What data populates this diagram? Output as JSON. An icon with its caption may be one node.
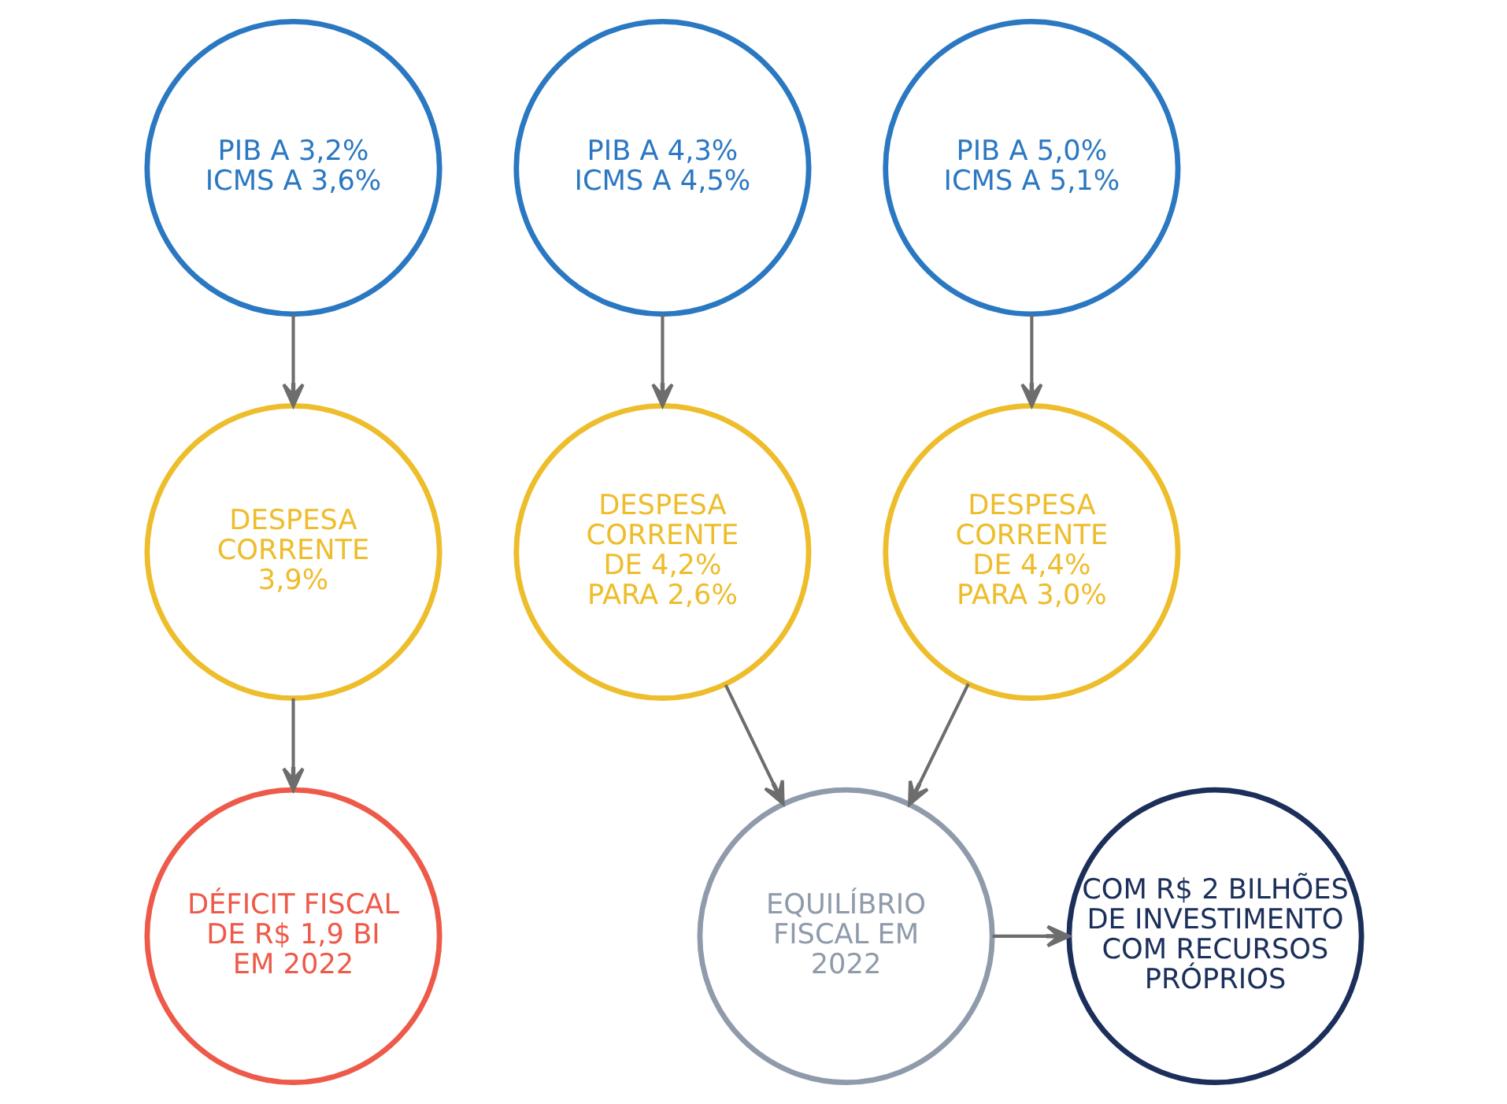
{
  "diagram": {
    "nodes": [
      {
        "text": [
          "PIB A 3,2% ICMS A 3,6%"
        ]
      },
      {
        "text": [
          "PIB A 4,3% ICMS A 4,5%"
        ]
      },
      {
        "text": [
          "PIB A 5,0% ICMS A 5,1%"
        ]
      },
      {
        "text": [
          "DESPESA CORRENTE 3,9%"
        ]
      },
      {
        "text": [
          "DESPESA CORRENTE DE 4,2% PARA 2,6%"
        ]
      },
      {
        "text": [
          "DESPESA CORRENTE DE 4,4% PARA 3,0%"
        ]
      },
      {
        "text": [
          "DÉFICIT FISCAL DE R$ 1,9 BI EM 2022"
        ]
      },
      {
        "text": [
          "EQUILÍBRIO FISCAL EM 2022"
        ]
      },
      {
        "text": [
          "COM R$ 2 BILHÕES DE INVESTIMENTO COM RECURSOS PRÓPRIOS"
        ]
      }
    ],
    "edges": [
      {
        "from": 0,
        "to": 3,
        "arrow": "to"
      },
      {
        "from": 1,
        "to": 4,
        "arrow": "to"
      },
      {
        "from": 2,
        "to": 5,
        "arrow": "to"
      },
      {
        "from": 3,
        "to": 6,
        "arrow": "to"
      },
      {
        "from": 4,
        "to": 7,
        "arrow": "to"
      },
      {
        "from": 5,
        "to": 7,
        "arrow": "to"
      },
      {
        "from": 7,
        "to": 8,
        "arrow": "to"
      }
    ]
  }
}
